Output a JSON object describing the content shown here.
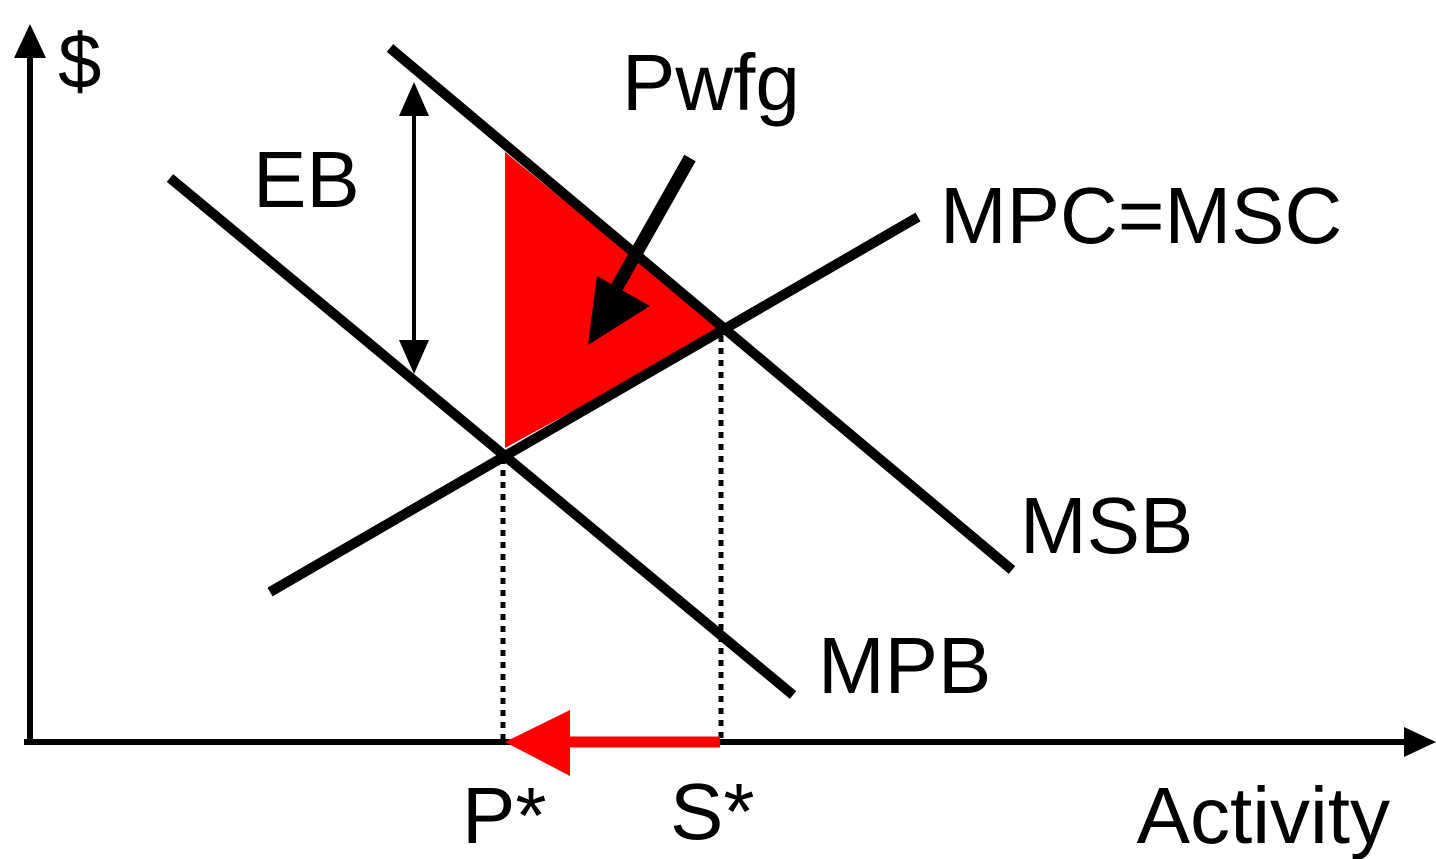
{
  "labels": {
    "y_axis": "$",
    "x_axis": "Activity",
    "external_benefit": "EB",
    "welfare_gain": "Pwfg",
    "supply_curve": "MPC=MSC",
    "social_benefit_curve": "MSB",
    "private_benefit_curve": "MPB",
    "private_optimum": "P*",
    "social_optimum": "S*"
  },
  "colors": {
    "line": "#000000",
    "welfare_gain_area": "#ff0000",
    "shift_arrow": "#ff0000",
    "background": "#ffffff"
  }
}
